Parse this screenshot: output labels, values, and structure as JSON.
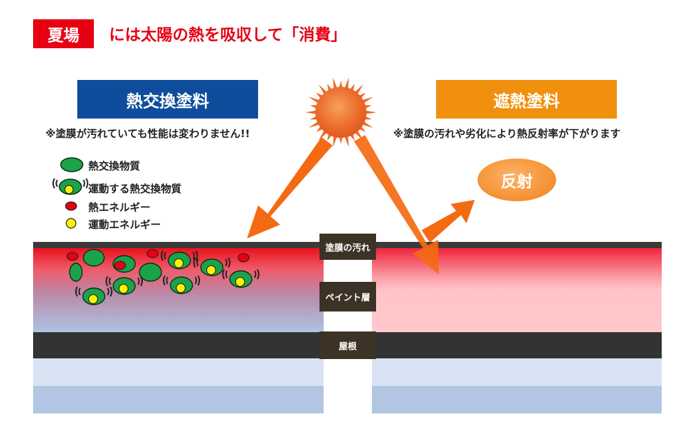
{
  "header": {
    "badge": "夏場",
    "headline": "には太陽の熱を吸収して「消費」"
  },
  "left_panel": {
    "title": "熱交換塗料",
    "note": "※塗膜が汚れていても性能は変わりません!!",
    "accent_color": "#0e4d9c"
  },
  "right_panel": {
    "title": "遮熱塗料",
    "note": "※塗膜の汚れや劣化により熱反射率が下がります",
    "accent_color": "#f0900e",
    "reflect_label": "反射"
  },
  "legend": [
    {
      "icon": "heat-exchange-material-icon",
      "label": "熱交換物質"
    },
    {
      "icon": "moving-heat-exchange-material-icon",
      "label": "運動する熱交換物質"
    },
    {
      "icon": "heat-energy-icon",
      "label": "熱エネルギー"
    },
    {
      "icon": "kinetic-energy-icon",
      "label": "運動エネルギー"
    }
  ],
  "layers": {
    "dirt": "塗膜の汚れ",
    "paint": "ペイント層",
    "roof": "屋根"
  },
  "colors": {
    "badge_red": "#e60012",
    "particle_green": "#1aa34a",
    "heat_red": "#e60012",
    "kinetic_yellow": "#fff200",
    "arrow_orange": "#f06a10",
    "roof_dark": "#333333"
  }
}
